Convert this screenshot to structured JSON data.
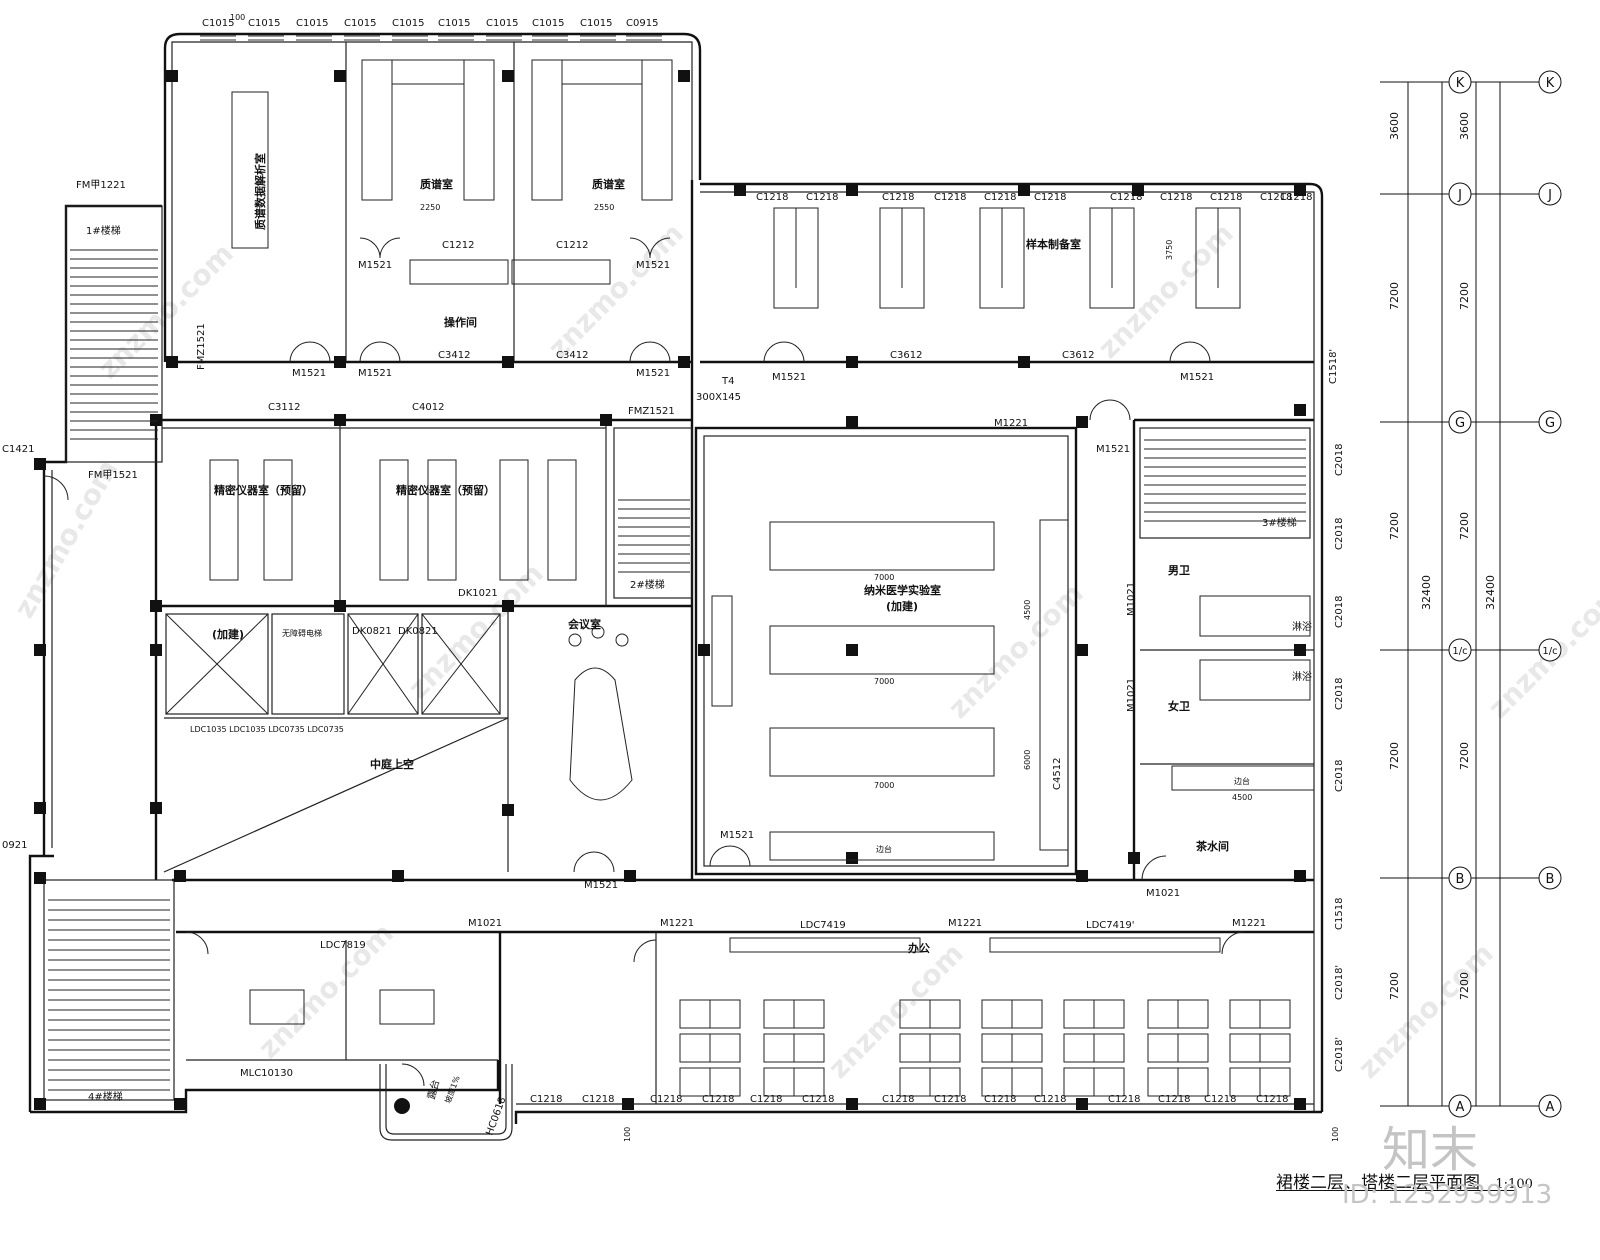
{
  "title": {
    "text": "裙楼二层、塔楼二层平面图",
    "scale": "1:100"
  },
  "brand": {
    "name": "知末",
    "id": "ID: 1232939913"
  },
  "watermark": "znzmo.com",
  "axes": {
    "letters": [
      "K",
      "J",
      "G",
      "1/c",
      "B",
      "A"
    ],
    "dims_inner": [
      "3600",
      "7200",
      "7200",
      "7200",
      "7200"
    ],
    "dims_outer": [
      "3600",
      "7200",
      "7200",
      "7200",
      "7200"
    ],
    "total": "32400"
  },
  "top_windows": [
    "C1015",
    "C1015",
    "C1015",
    "C1015",
    "C1015",
    "C1015",
    "C1015",
    "C1015",
    "C1015",
    "C0915"
  ],
  "rooms": {
    "mass_analysis": "质谱数据解析室",
    "mass1": "质谱室",
    "mass2": "质谱室",
    "operation": "操作间",
    "sample_prep": "样本制备室",
    "precision1": "精密仪器室（预留）",
    "precision2": "精密仪器室（预留）",
    "nano_lab": "纳米医学实验室",
    "nano_lab_sub": "(加建)",
    "meeting": "会议室",
    "atrium": "中庭上空",
    "added": "(加建)",
    "accessible_elev": "无障碍电梯",
    "male_wc": "男卫",
    "female_wc": "女卫",
    "tea": "茶水间",
    "office": "办公",
    "stair1": "1#楼梯",
    "stair2": "2#楼梯",
    "stair3": "3#楼梯",
    "stair4": "4#楼梯",
    "balcony": "露台",
    "shower1": "淋浴",
    "shower2": "淋浴"
  },
  "labels": {
    "c1212a": "C1212",
    "c1212b": "C1212",
    "c3412a": "C3412",
    "c3412b": "C3412",
    "c3612a": "C3612",
    "c3612b": "C3612",
    "c3112": "C3112",
    "c4012": "C4012",
    "m1521a": "M1521",
    "m1521b": "M1521",
    "m1521c": "M1521",
    "m1521d": "M1521",
    "m1521e": "M1521",
    "m1521f": "M1521",
    "m1521g": "M1521",
    "m1521h": "M1521",
    "m1521i": "M1521",
    "m1521j": "M1521",
    "m1221a": "M1221",
    "m1221b": "M1221",
    "m1221c": "M1221",
    "m1221d": "M1221",
    "m1021a": "M1021",
    "m1021b": "M1021",
    "m1021c": "M1021",
    "m1021d": "M1021",
    "fm1521": "FM甲1521",
    "fm1221": "FM甲1221",
    "fmz1521a": "FMZ1521",
    "fmz1521b": "FMZ1521",
    "ldc7419a": "LDC7419",
    "ldc7419b": "LDC7419'",
    "ldc7819": "LDC7819",
    "mlc10130": "MLC10130",
    "ldc_row": "LDC1035 LDC1035 LDC0735 LDC0735",
    "dk1021": "DK1021",
    "dk0821a": "DK0821",
    "dk0821b": "DK0821",
    "c4512": "C4512",
    "c1518": "C1518'",
    "c1212": "C1212",
    "t4a": "T4",
    "t4b": "300X145",
    "c1421": "C1421",
    "c0921": "0921",
    "hc0618": "HC0618",
    "slope": "坡度1%",
    "bench": "边台",
    "bench2": "边台"
  },
  "sample_windows": [
    "C1218",
    "C1218",
    "C1218",
    "C1218",
    "C1218",
    "C1218",
    "C1218",
    "C1218",
    "C1218",
    "C1218",
    "C1218"
  ],
  "bottom_windows": [
    "C1218",
    "C1218",
    "C1218",
    "C1218",
    "C1218",
    "C1218",
    "C1218",
    "C1218",
    "C1218",
    "C1218",
    "C1218",
    "C1218",
    "C1218",
    "C1218"
  ],
  "right_windows": [
    "C2018",
    "C2018",
    "C2018",
    "C2018",
    "C2018",
    "C1518",
    "C2018'",
    "C2018'"
  ],
  "dims": {
    "mass_w1": "2250",
    "mass_w2": "2550",
    "sample_h": "3750",
    "bench_len": "7000",
    "nano_a": "4500",
    "nano_b": "6000",
    "tea_w": "4500",
    "top_100": "100",
    "bot_100a": "100",
    "bot_100b": "100"
  }
}
